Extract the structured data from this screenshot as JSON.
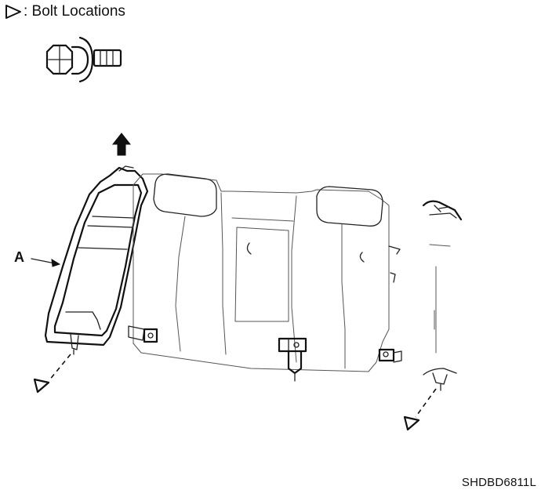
{
  "legend": {
    "icon": "bolt-location-triangle-icon",
    "label": ": Bolt Locations"
  },
  "callouts": {
    "part_a": "A"
  },
  "figure_code": "SHDBD6811L",
  "colors": {
    "line": "#111111",
    "background": "#ffffff"
  }
}
